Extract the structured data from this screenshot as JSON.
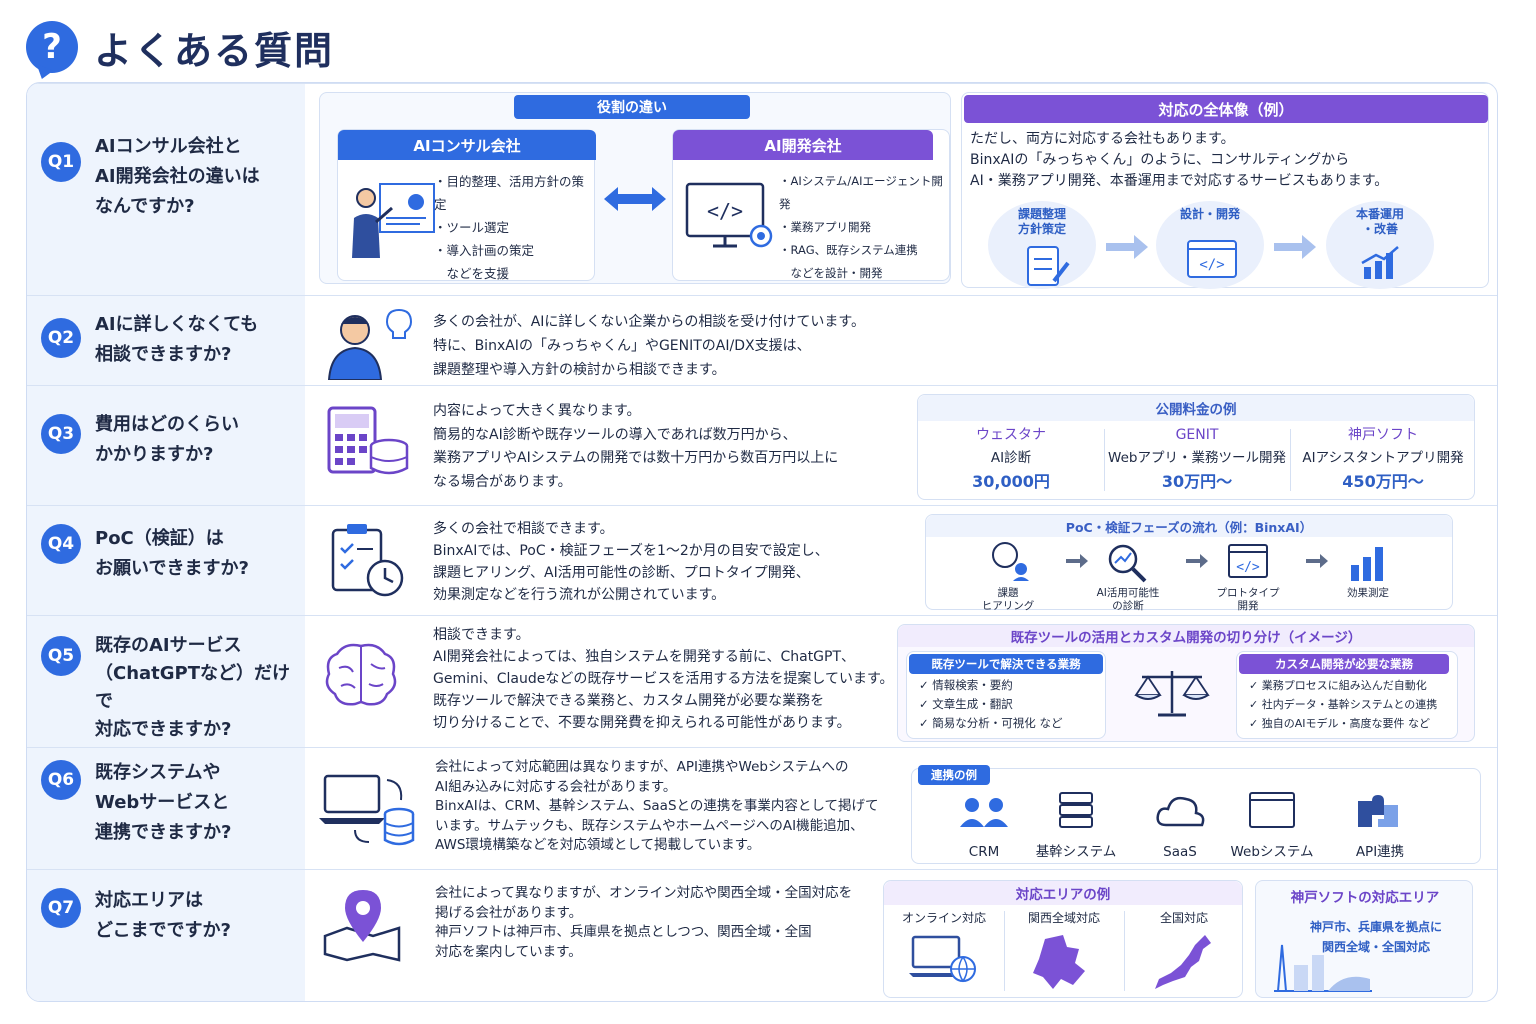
{
  "header": {
    "title": "よくある質問",
    "icon": "question-icon"
  },
  "colors": {
    "blue": "#2f6be0",
    "purple": "#7b52d6",
    "light": "#eef4fd"
  },
  "q1": {
    "badge": "Q1",
    "question": "AIコンサル会社と\nAI開発会社の違いは\nなんですか?",
    "roles_title": "役割の違い",
    "consult_title": "AIコンサル会社",
    "consult_items": "・目的整理、活用方針の策定\n・ツール選定\n・導入計画の策定\n　などを支援",
    "dev_title": "AI開発会社",
    "dev_items": "・AIシステム/AIエージェント開発\n・業務アプリ開発\n・RAG、既存システム連携\n　などを設計・開発",
    "overall_title": "対応の全体像（例）",
    "overall_text": "ただし、両方に対応する会社もあります。\nBinxAIの「みっちゃくん」のように、コンサルティングから\nAI・業務アプリ開発、本番運用まで対応するサービスもあります。",
    "step1": "課題整理\n方針策定",
    "step2": "設計・開発",
    "step3": "本番運用\n・改善"
  },
  "q2": {
    "badge": "Q2",
    "question": "AIに詳しくなくても\n相談できますか?",
    "answer": "多くの会社が、AIに詳しくない企業からの相談を受け付けています。\n特に、BinxAIの「みっちゃくん」やGENITのAI/DX支援は、\n課題整理や導入方針の検討から相談できます。"
  },
  "q3": {
    "badge": "Q3",
    "question": "費用はどのくらい\nかかりますか?",
    "answer": "内容によって大きく異なります。\n簡易的なAI診断や既存ツールの導入であれば数万円から、\n業務アプリやAIシステムの開発では数十万円から数百万円以上に\nなる場合があります。",
    "price_title": "公開料金の例",
    "prices": [
      {
        "company": "ウェスタナ",
        "service": "AI診断",
        "price": "30,000円"
      },
      {
        "company": "GENIT",
        "service": "Webアプリ・業務ツール開発",
        "price": "30万円〜"
      },
      {
        "company": "神戸ソフト",
        "service": "AIアシスタントアプリ開発",
        "price": "450万円〜"
      }
    ]
  },
  "q4": {
    "badge": "Q4",
    "question": "PoC（検証）は\nお願いできますか?",
    "answer": "多くの会社で相談できます。\nBinxAIでは、PoC・検証フェーズを1〜2か月の目安で設定し、\n課題ヒアリング、AI活用可能性の診断、プロトタイプ開発、\n効果測定などを行う流れが公開されています。",
    "flow_title": "PoC・検証フェーズの流れ（例：BinxAI）",
    "steps": [
      "課題\nヒアリング",
      "AI活用可能性\nの診断",
      "プロトタイプ\n開発",
      "効果測定"
    ]
  },
  "q5": {
    "badge": "Q5",
    "question": "既存のAIサービス\n（ChatGPTなど）だけで\n対応できますか?",
    "answer": "相談できます。\nAI開発会社によっては、独自システムを開発する前に、ChatGPT、\nGemini、Claudeなどの既存サービスを活用する方法を提案しています。\n既存ツールで解決できる業務と、カスタム開発が必要な業務を\n切り分けることで、不要な開発費を抑えられる可能性があります。",
    "split_title": "既存ツールの活用とカスタム開発の切り分け（イメージ）",
    "left_title": "既存ツールで解決できる業務",
    "left_items": "✓ 情報検索・要約\n✓ 文章生成・翻訳\n✓ 簡易な分析・可視化 など",
    "right_title": "カスタム開発が必要な業務",
    "right_items": "✓ 業務プロセスに組み込んだ自動化\n✓ 社内データ・基幹システムとの連携\n✓ 独自のAIモデル・高度な要件 など"
  },
  "q6": {
    "badge": "Q6",
    "question": "既存システムや\nWebサービスと\n連携できますか?",
    "answer": "会社によって対応範囲は異なりますが、API連携やWebシステムへの\nAI組み込みに対応する会社があります。\nBinxAIは、CRM、基幹システム、SaaSとの連携を事業内容として掲げて\nいます。サムテックも、既存システムやホームページへのAI機能追加、\nAWS環境構築などを対応領域として掲載しています。",
    "integ_title": "連携の例",
    "integrations": [
      "CRM",
      "基幹システム",
      "SaaS",
      "Webシステム",
      "API連携"
    ]
  },
  "q7": {
    "badge": "Q7",
    "question": "対応エリアは\nどこまでですか?",
    "answer": "会社によって異なりますが、オンライン対応や関西全域・全国対応を\n掲げる会社があります。\n神戸ソフトは神戸市、兵庫県を拠点としつつ、関西全域・全国\n対応を案内しています。",
    "area_title": "対応エリアの例",
    "areas": [
      "オンライン対応",
      "関西全域対応",
      "全国対応"
    ],
    "kobe_title": "神戸ソフトの対応エリア",
    "kobe_text": "神戸市、兵庫県を拠点に\n関西全域・全国対応"
  }
}
